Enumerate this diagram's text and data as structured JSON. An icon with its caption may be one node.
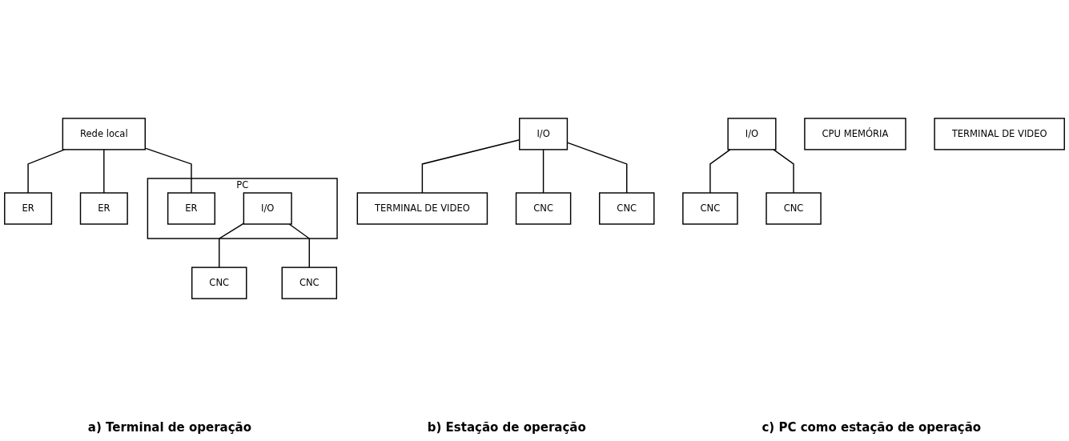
{
  "diagram": {
    "nodes": [
      {
        "text": [
          "Rede local"
        ]
      },
      {
        "text": [
          "ER"
        ]
      },
      {
        "text": [
          "I/O"
        ]
      },
      {
        "text": [
          "TERMINAL DE VIDEO"
        ]
      },
      {
        "text": [
          "CNC"
        ]
      },
      {
        "text": [
          "CNC"
        ]
      },
      {
        "text": [
          "ER"
        ]
      },
      {
        "text": [
          "I/O"
        ]
      },
      {
        "text": [
          "CPU MEMÓRIA"
        ]
      },
      {
        "text": [
          "TERMINAL DE VIDEO"
        ]
      },
      {
        "text": [
          "CNC"
        ]
      },
      {
        "text": [
          "CNC"
        ]
      },
      {
        "text": [
          "PC"
        ]
      },
      {
        "text": [
          "ER"
        ],
        "in": 12
      },
      {
        "text": [
          "I/O"
        ],
        "in": 12
      },
      {
        "text": [
          "CNC"
        ]
      },
      {
        "text": [
          "CNC"
        ]
      }
    ],
    "edges": [
      {
        "from": 0,
        "to": 1,
        "arrow": "none"
      },
      {
        "from": 2,
        "to": 3,
        "arrow": "none"
      },
      {
        "from": 2,
        "to": 4,
        "arrow": "none"
      },
      {
        "from": 2,
        "to": 5,
        "arrow": "none"
      },
      {
        "from": 0,
        "to": 6,
        "arrow": "none"
      },
      {
        "from": 7,
        "to": 10,
        "arrow": "none"
      },
      {
        "from": 7,
        "to": 11,
        "arrow": "none"
      },
      {
        "from": 0,
        "to": 13,
        "arrow": "none"
      },
      {
        "from": 14,
        "to": 15,
        "arrow": "none"
      },
      {
        "from": 14,
        "to": 16,
        "arrow": "none"
      }
    ],
    "labels": [
      "a) Terminal de operação",
      "b) Estação de operação",
      "c) PC como estação de operação"
    ]
  }
}
